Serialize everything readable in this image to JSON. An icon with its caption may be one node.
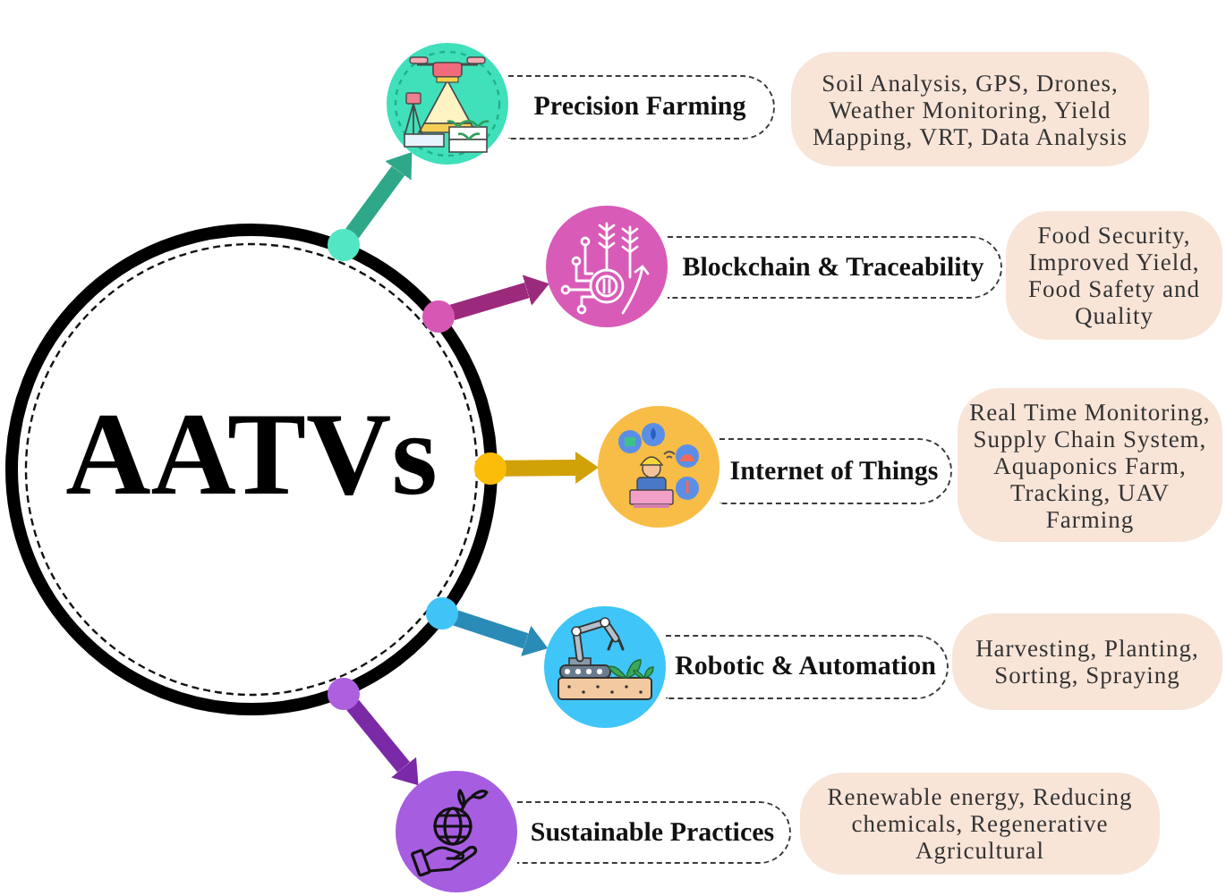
{
  "diagram": {
    "nodes": [
      {
        "text": [
          "AATVs"
        ]
      },
      {
        "text": [
          "Precision Farming"
        ]
      },
      {
        "text": [
          "Soil Analysis, GPS, Drones, Weather Monitoring, Yield Mapping, VRT, Data Analysis"
        ]
      },
      {
        "text": [
          "Blockchain & Traceability"
        ]
      },
      {
        "text": [
          "Food Security, Improved Yield, Food Safety and Quality"
        ]
      },
      {
        "text": [
          "Internet of Things"
        ]
      },
      {
        "text": [
          "Real Time Monitoring, Supply Chain System, Aquaponics Farm, Tracking, UAV Farming"
        ]
      },
      {
        "text": [
          "Robotic & Automation"
        ]
      },
      {
        "text": [
          "Harvesting, Planting, Sorting, Spraying"
        ]
      },
      {
        "text": [
          "Sustainable Practices"
        ]
      },
      {
        "text": [
          "Renewable energy, Reducing chemicals, Regenerative Agricultural"
        ]
      }
    ],
    "edges": [
      {
        "from": 0,
        "to": 1,
        "arrow": "to",
        "color": "#2ea888"
      },
      {
        "from": 0,
        "to": 3,
        "arrow": "to",
        "color": "#9b2a7d"
      },
      {
        "from": 0,
        "to": 5,
        "arrow": "to",
        "color": "#d1a108"
      },
      {
        "from": 0,
        "to": 7,
        "arrow": "to",
        "color": "#2a8cb6"
      },
      {
        "from": 0,
        "to": 9,
        "arrow": "to",
        "color": "#7a2aa6"
      }
    ]
  }
}
